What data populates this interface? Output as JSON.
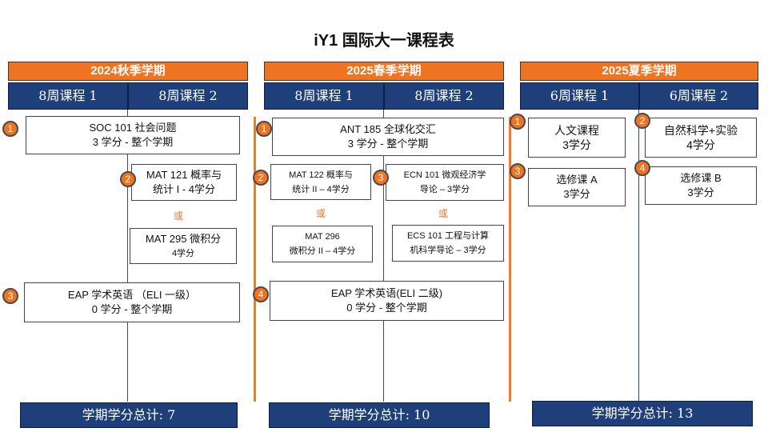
{
  "title": "iY1 国际大一课程表",
  "semesters": [
    {
      "name": "2024秋季学期",
      "weeks": [
        "8周课程 1",
        "8周课程 2"
      ],
      "total": "学期学分总计: 7",
      "courses": [
        {
          "badge": "1",
          "line1": "SOC 101 社会问题",
          "line2": "3 学分 - 整个学期"
        },
        {
          "badge": "2",
          "line1": "MAT 121 概率与",
          "line2": "统计 I - 4学分"
        },
        {
          "line1": "MAT 295 微积分",
          "line2": "4学分"
        },
        {
          "badge": "3",
          "line1": "EAP 学术英语 （ELI 一级）",
          "line2": "0 学分 - 整个学期"
        }
      ],
      "or": [
        "或"
      ]
    },
    {
      "name": "2025春季学期",
      "weeks": [
        "8周课程 1",
        "8周课程 2"
      ],
      "total": "学期学分总计: 10",
      "courses": [
        {
          "badge": "1",
          "line1": "ANT 185 全球化交汇",
          "line2": "3 学分 - 整个学期"
        },
        {
          "badge": "2",
          "line1": "MAT 122 概率与",
          "line2": "统计 II – 4学分"
        },
        {
          "badge": "3",
          "line1": "ECN 101 微观经济学",
          "line2": "导论 – 3学分"
        },
        {
          "line1": "MAT 296",
          "line2": "微积分 II – 4学分"
        },
        {
          "line1": "ECS 101 工程与计算",
          "line2": "机科学导论 – 3学分"
        },
        {
          "badge": "4",
          "line1": "EAP 学术英语(ELI 二级)",
          "line2": "0 学分 - 整个学期"
        }
      ],
      "or": [
        "或",
        "或"
      ]
    },
    {
      "name": "2025夏季学期",
      "weeks": [
        "6周课程 1",
        "6周课程 2"
      ],
      "total": "学期学分总计: 13",
      "courses": [
        {
          "badge": "1",
          "line1": "人文课程",
          "line2": "3学分"
        },
        {
          "badge": "2",
          "line1": "自然科学+实验",
          "line2": "4学分"
        },
        {
          "badge": "3",
          "line1": "选修课 A",
          "line2": "3学分"
        },
        {
          "badge": "4",
          "line1": "选修课 B",
          "line2": "3学分"
        }
      ]
    }
  ],
  "colors": {
    "orange": "#f07321",
    "navy": "#1f3f7a"
  }
}
